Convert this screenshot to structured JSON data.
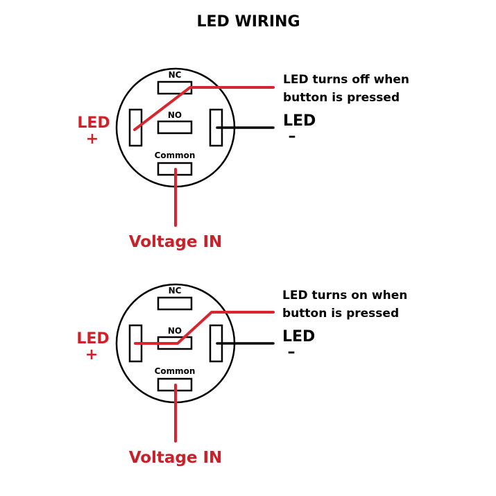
{
  "title": "LED WIRING",
  "colors": {
    "wire_red": "#d7262f",
    "label_red": "#d0202a",
    "black": "#000000"
  },
  "diagrams": [
    {
      "pins": {
        "nc": "NC",
        "no": "NO",
        "common": "Common"
      },
      "note_line1": "LED turns off when",
      "note_line2": "button is pressed",
      "led_plus": "LED",
      "plus_sign": "+",
      "led_minus": "LED",
      "minus_sign": "–",
      "voltage_in": "Voltage IN"
    },
    {
      "pins": {
        "nc": "NC",
        "no": "NO",
        "common": "Common"
      },
      "note_line1": "LED turns on when",
      "note_line2": "button is pressed",
      "led_plus": "LED",
      "plus_sign": "+",
      "led_minus": "LED",
      "minus_sign": "–",
      "voltage_in": "Voltage IN"
    }
  ]
}
